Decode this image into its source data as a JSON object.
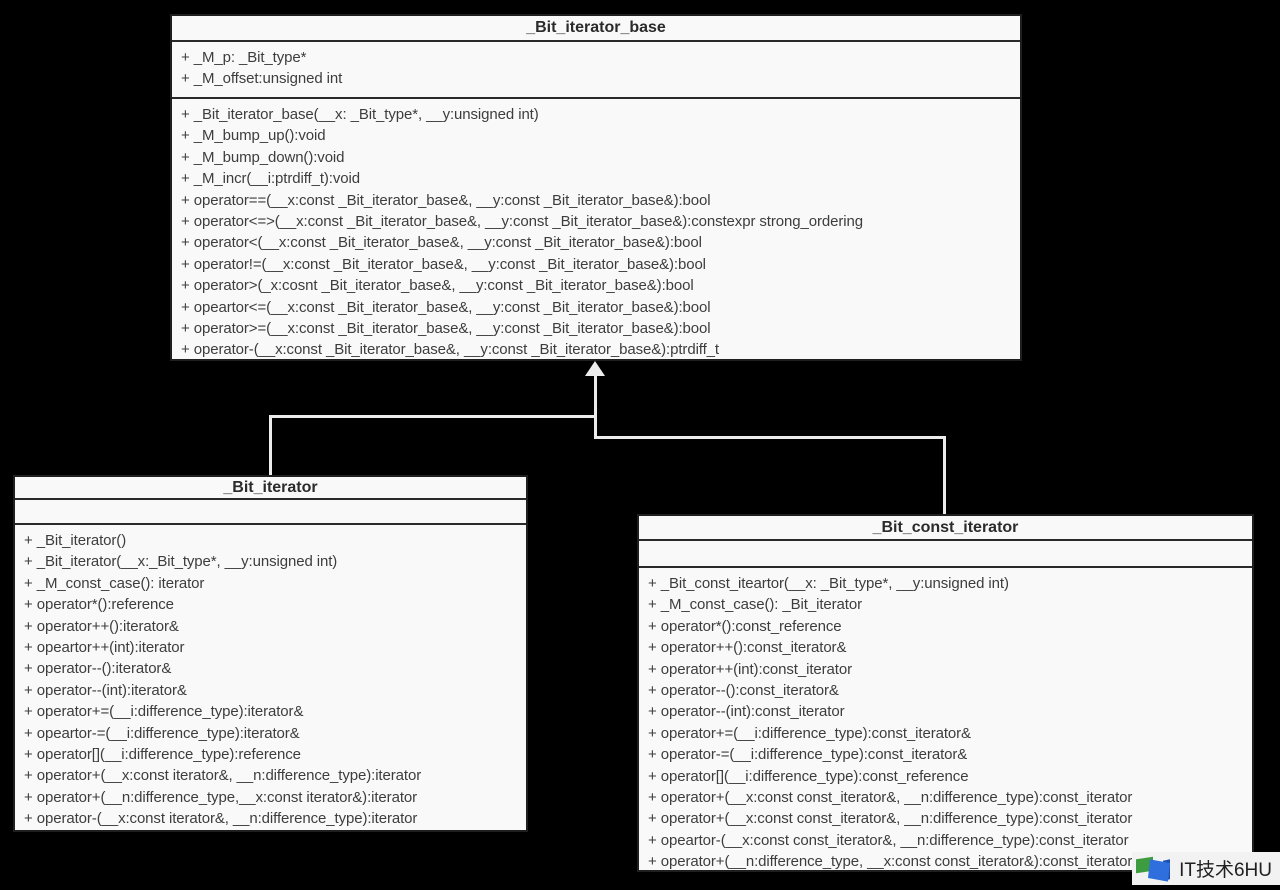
{
  "page": {
    "background_color": "#000000",
    "box_fill_color": "#f9f9f9",
    "box_border_color": "#1f1f1f",
    "text_color": "#3d3d3d",
    "connector_color": "#ececec"
  },
  "diagram": {
    "relations": [
      {
        "type": "generalization",
        "from": "_Bit_iterator",
        "to": "_Bit_iterator_base"
      },
      {
        "type": "generalization",
        "from": "_Bit_const_iterator",
        "to": "_Bit_iterator_base"
      }
    ],
    "classes": [
      {
        "name": "_Bit_iterator_base",
        "attributes": [
          "+ _M_p: _Bit_type*",
          "+ _M_offset:unsigned int"
        ],
        "methods": [
          "+ _Bit_iterator_base(__x: _Bit_type*, __y:unsigned int)",
          "+ _M_bump_up():void",
          "+ _M_bump_down():void",
          "+ _M_incr(__i:ptrdiff_t):void",
          "+ operator==(__x:const _Bit_iterator_base&, __y:const _Bit_iterator_base&):bool",
          "+ operator<=>(__x:const _Bit_iterator_base&, __y:const _Bit_iterator_base&):constexpr strong_ordering",
          "+ operator<(__x:const _Bit_iterator_base&, __y:const _Bit_iterator_base&):bool",
          "+ operator!=(__x:const _Bit_iterator_base&, __y:const _Bit_iterator_base&):bool",
          "+ operator>(_x:cosnt _Bit_iterator_base&, __y:const _Bit_iterator_base&):bool",
          "+ opeartor<=(__x:const _Bit_iterator_base&, __y:const _Bit_iterator_base&):bool",
          "+ operator>=(__x:const _Bit_iterator_base&, __y:const _Bit_iterator_base&):bool",
          "+ operator-(__x:const _Bit_iterator_base&, __y:const _Bit_iterator_base&):ptrdiff_t"
        ]
      },
      {
        "name": "_Bit_iterator",
        "attributes": [],
        "methods": [
          "+ _Bit_iterator()",
          "+ _Bit_iterator(__x:_Bit_type*, __y:unsigned int)",
          "+ _M_const_case(): iterator",
          "+ operator*():reference",
          "+ operator++():iterator&",
          "+ opeartor++(int):iterator",
          "+ operator--():iterator&",
          "+ operator--(int):iterator&",
          "+ operator+=(__i:difference_type):iterator&",
          "+ opeartor-=(__i:difference_type):iterator&",
          "+ operator[](__i:difference_type):reference",
          "+ operator+(__x:const iterator&, __n:difference_type):iterator",
          "+ operator+(__n:difference_type,__x:const iterator&):iterator",
          "+ operator-(__x:const iterator&, __n:difference_type):iterator"
        ]
      },
      {
        "name": "_Bit_const_iterator",
        "attributes": [],
        "methods": [
          "+ _Bit_const_iteartor(__x: _Bit_type*, __y:unsigned int)",
          "+ _M_const_case(): _Bit_iterator",
          "+ operator*():const_reference",
          "+ operator++():const_iterator&",
          "+ operator++(int):const_iterator",
          "+ operator--():const_iterator&",
          "+ operator--(int):const_iterator",
          "+ operator+=(__i:difference_type):const_iterator&",
          "+ operator-=(__i:difference_type):const_iterator&",
          "+ operator[](__i:difference_type):const_reference",
          "+ operator+(__x:const const_iterator&, __n:difference_type):const_iterator",
          "+ operator+(__x:const const_iterator&, __n:difference_type):const_iterator",
          "+ opeartor-(__x:const const_iterator&, __n:difference_type):const_iterator",
          "+ operator+(__n:difference_type, __x:const const_iterator&):const_iterator"
        ]
      }
    ]
  },
  "watermark": {
    "text": "IT技术6HU",
    "logo_colors": {
      "green": "#3d9c3f",
      "blue": "#2f6fdd",
      "dark_blue": "#1d4fb0"
    }
  }
}
